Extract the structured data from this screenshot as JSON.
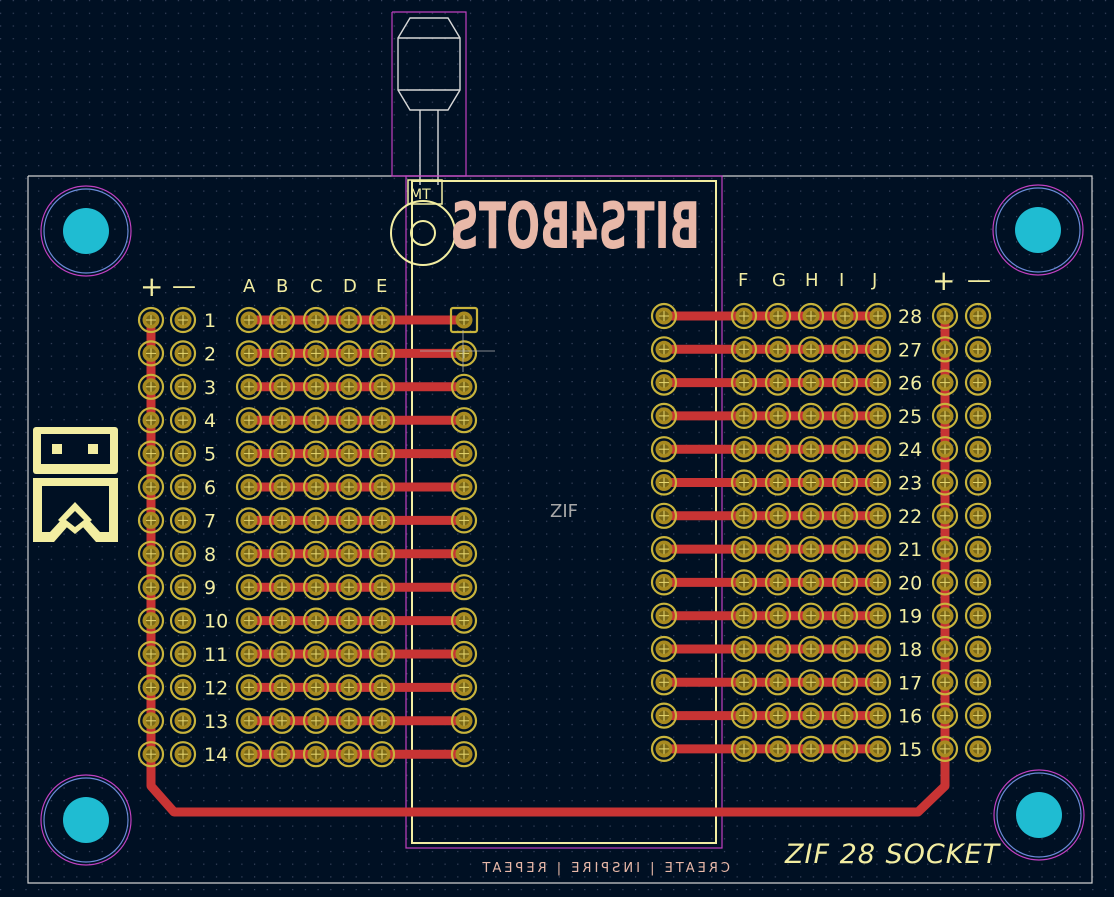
{
  "board": {
    "background": "#001023",
    "copper_color": "#c83434",
    "pad_color": "#c8b43c",
    "silk_color": "#f2eda1",
    "mirror_silk_color": "#e8b8a8",
    "hole_color": "#1fbcd2",
    "outline_color": "#d0d0d0",
    "courtyard_color": "#c040c0"
  },
  "labels": {
    "left_power": [
      "+",
      "—"
    ],
    "right_power": [
      "+",
      "—"
    ],
    "left_columns": [
      "A",
      "B",
      "C",
      "D",
      "E"
    ],
    "right_columns": [
      "F",
      "G",
      "H",
      "I",
      "J"
    ],
    "left_rows": [
      "1",
      "2",
      "3",
      "4",
      "5",
      "6",
      "7",
      "8",
      "9",
      "10",
      "11",
      "12",
      "13",
      "14"
    ],
    "right_rows": [
      "28",
      "27",
      "26",
      "25",
      "24",
      "23",
      "22",
      "21",
      "20",
      "19",
      "18",
      "17",
      "16",
      "15"
    ],
    "component_ref": "ZIF",
    "board_title": "ZIF 28 SOCKET",
    "mirrored_logo": "BITS4BOTS",
    "mirrored_tagline": "CREATE | INSPIRE | REPEAT",
    "mount_label": "MT"
  },
  "icons": {
    "mounting_holes": "mounting-hole-icon",
    "brand_logo": "brand-logo-icon"
  }
}
